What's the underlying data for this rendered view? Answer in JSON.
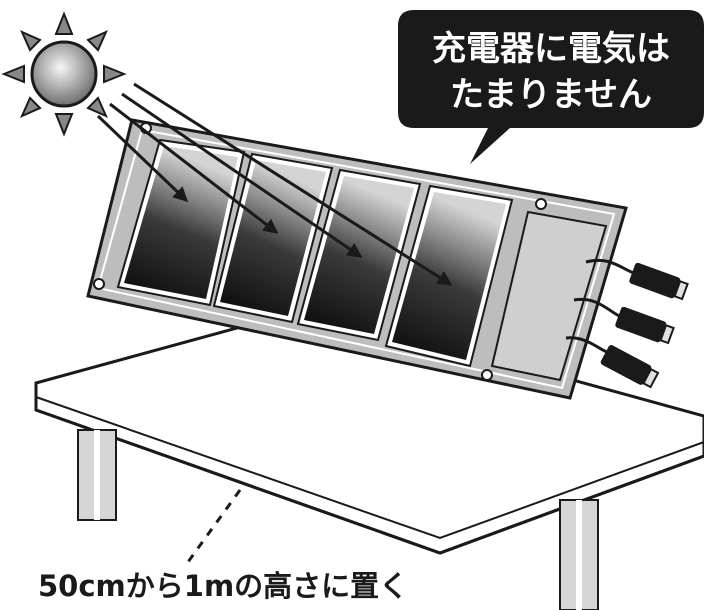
{
  "speech_bubble": {
    "line1": "充電器に電気は",
    "line2": "たまりません"
  },
  "caption": "50cmから1mの高さに置く",
  "colors": {
    "bubble": "#1a1a1a",
    "panel_frame": "#bdbdbd",
    "cell_dark": "#0d0d0d",
    "cell_light": "#cfcfcf",
    "sun_center": "#f5f5f5",
    "sun_edge": "#7a7a7a"
  },
  "icons": [
    "sun-icon",
    "solar-panel-charger-icon",
    "table-icon",
    "usb-plug-icon"
  ]
}
